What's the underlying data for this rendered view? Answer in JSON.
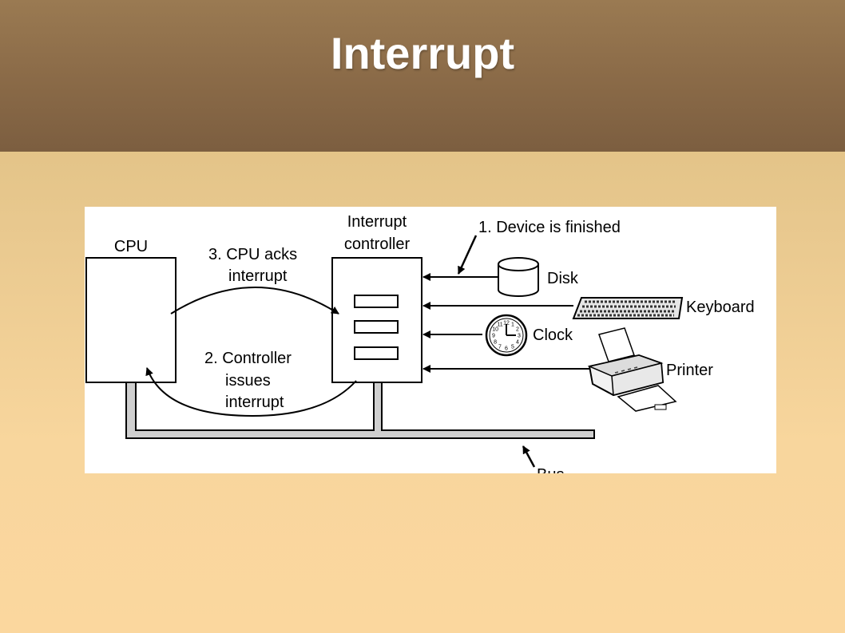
{
  "slide": {
    "title": "Interrupt"
  },
  "diagram": {
    "cpu_label": "CPU",
    "controller_label_line1": "Interrupt",
    "controller_label_line2": "controller",
    "step1": "1. Device is finished",
    "step2_line1": "2. Controller",
    "step2_line2": "issues",
    "step2_line3": "interrupt",
    "step3_line1": "3. CPU acks",
    "step3_line2": "interrupt",
    "devices": {
      "disk": "Disk",
      "keyboard": "Keyboard",
      "clock": "Clock",
      "printer": "Printer"
    },
    "clock_numbers": [
      "12",
      "1",
      "2",
      "3",
      "4",
      "5",
      "6",
      "7",
      "8",
      "9",
      "10",
      "11"
    ],
    "bus_label": "Bus"
  }
}
